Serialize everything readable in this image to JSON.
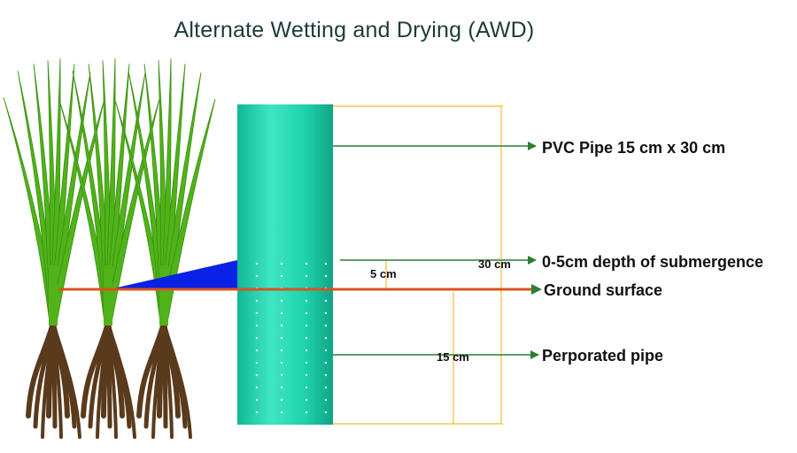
{
  "title": "Alternate Wetting and Drying (AWD)",
  "labels": {
    "pvc_pipe": "PVC Pipe 15 cm x 30 cm",
    "submergence": "0-5cm depth of submergence",
    "ground": "Ground surface",
    "perforated": "Perporated pipe"
  },
  "dimensions": {
    "depth_5": "5 cm",
    "total_30": "30 cm",
    "below_15": "15 cm"
  },
  "colors": {
    "pipe": "#1fd6b0",
    "pipe_edge": "#0e9c80",
    "leaf": "#4fb319",
    "root": "#5a3a1c",
    "ground_line": "#d9531e",
    "water_wedge": "#0a22e6",
    "guide": "#f2c94c",
    "arrow": "#2e7d32"
  }
}
